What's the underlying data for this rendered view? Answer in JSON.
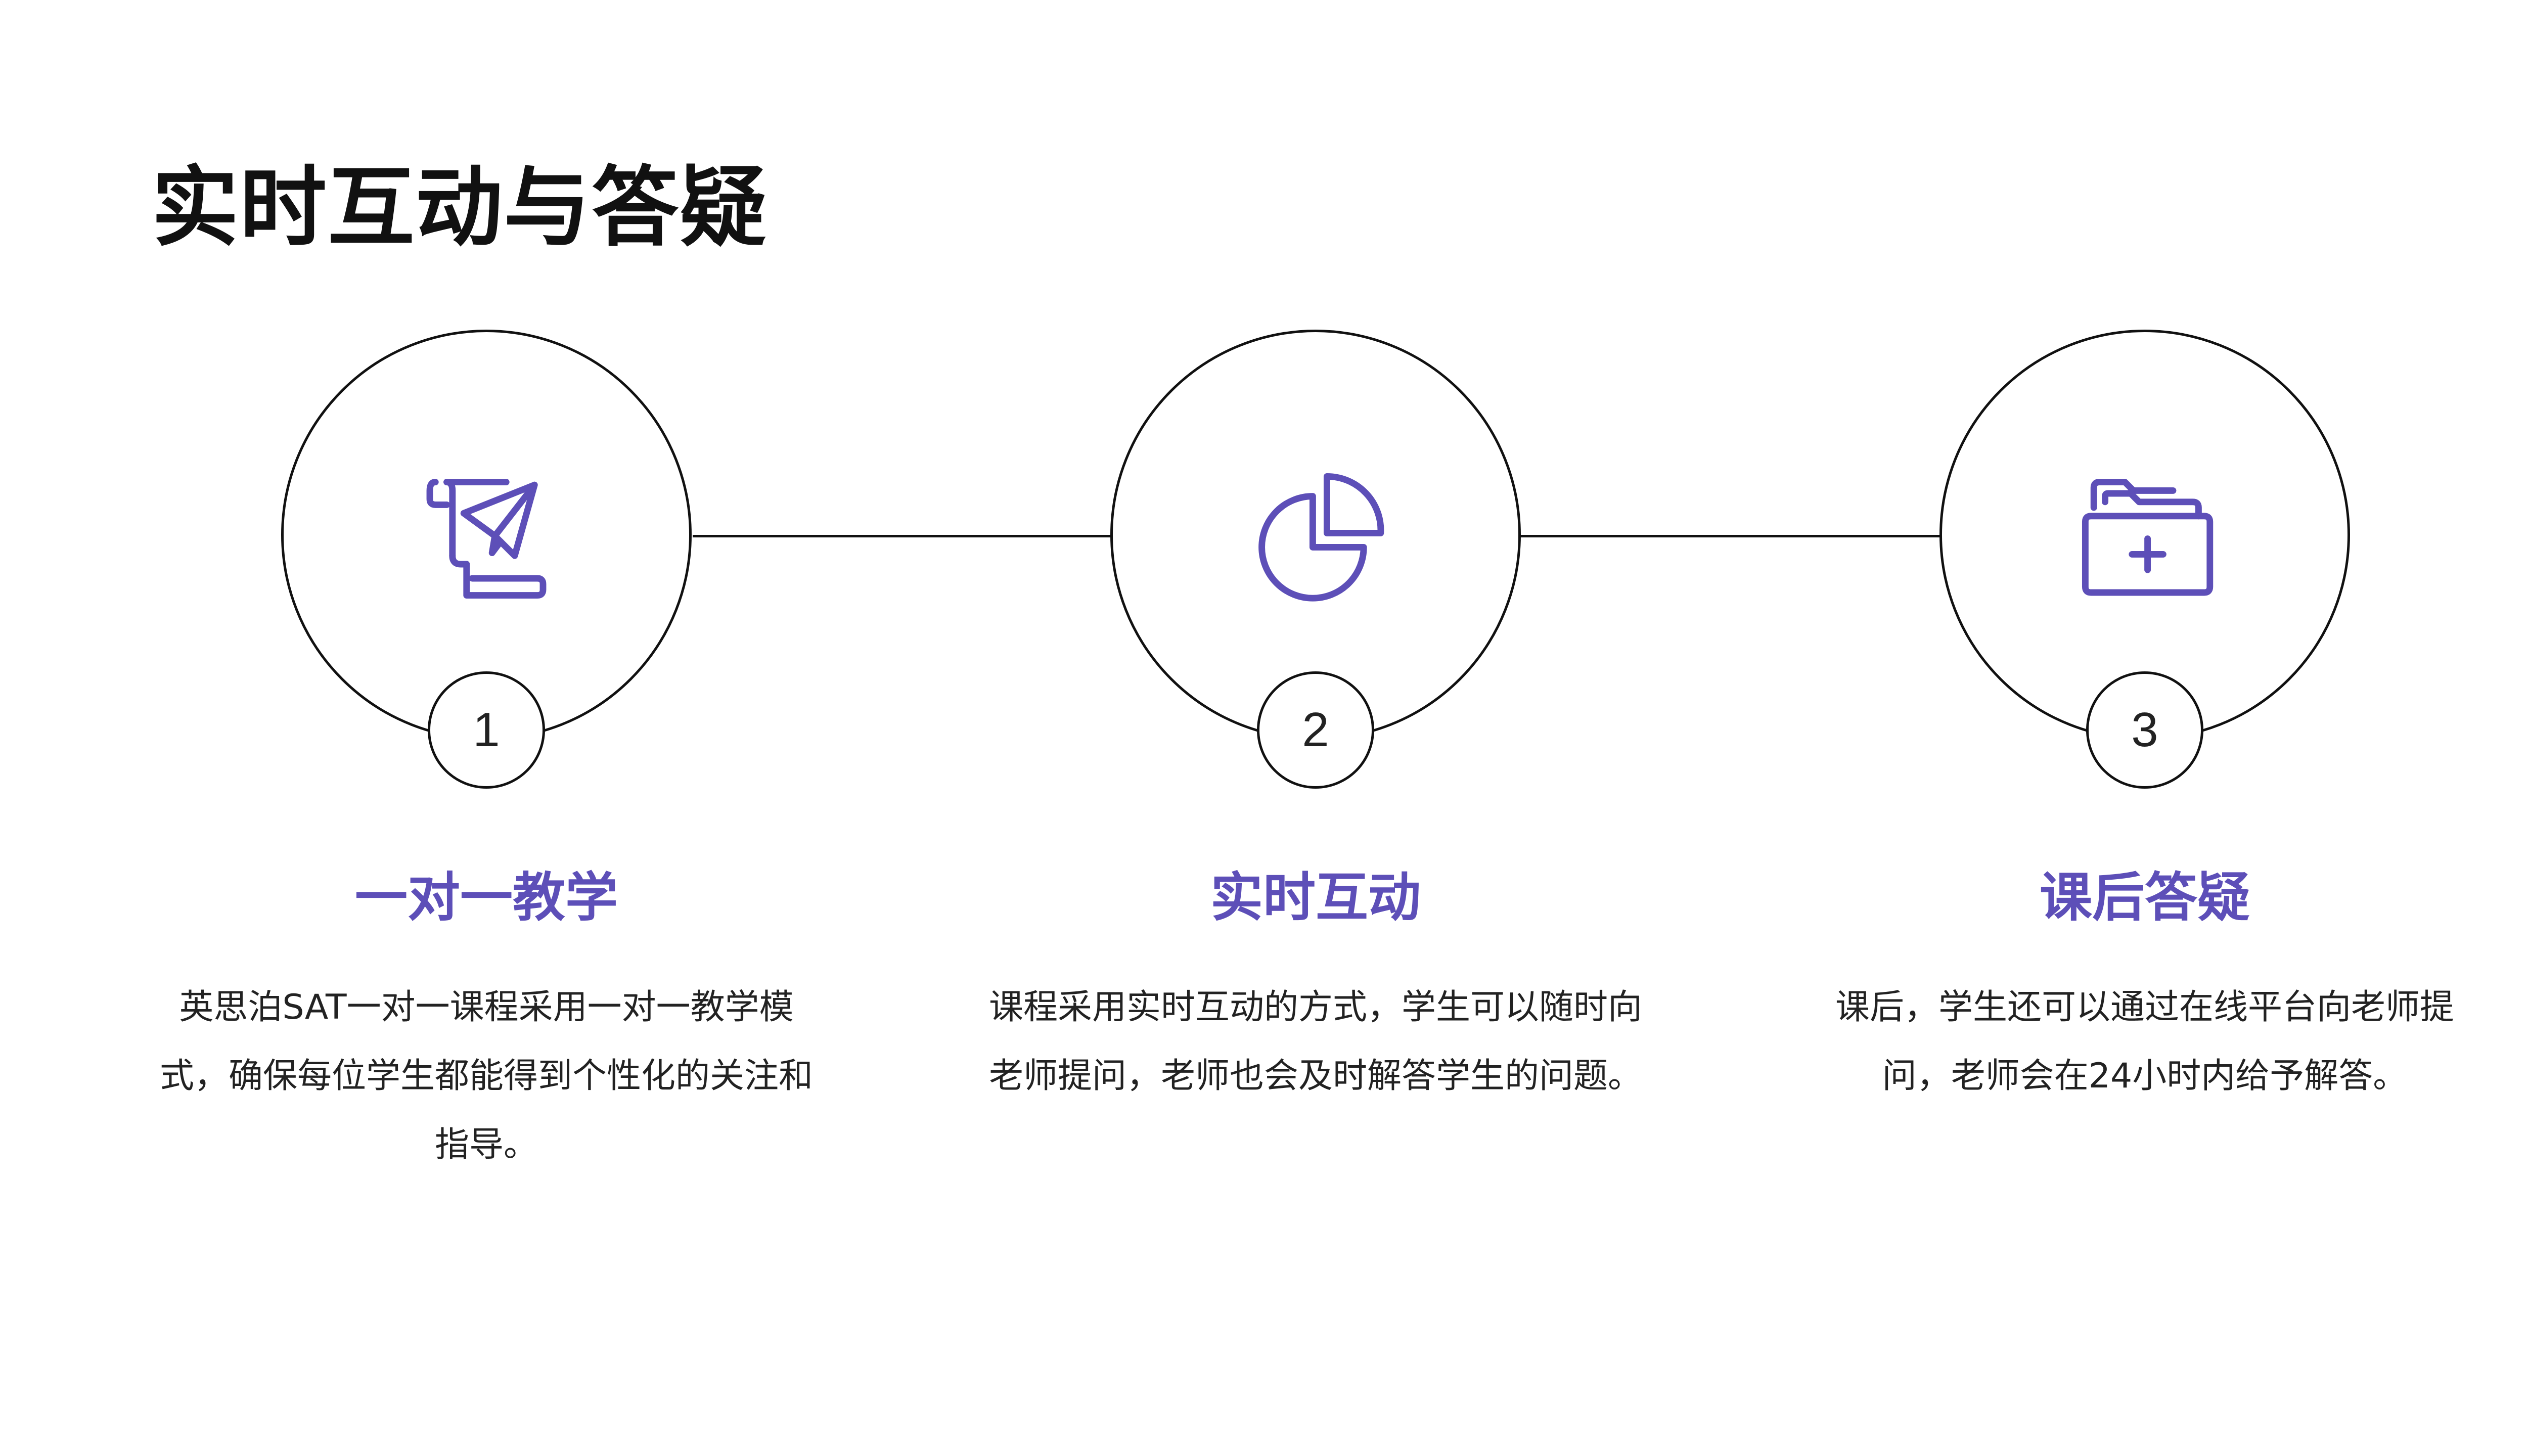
{
  "title": "实时互动与答疑",
  "colors": {
    "accent": "#5d4fb8",
    "line": "#111111",
    "text": "#222222"
  },
  "steps": [
    {
      "number": "1",
      "icon": "paper-plane-scroll-icon",
      "title": "一对一教学",
      "description": "英思泊SAT一对一课程采用一对一教学模式，确保每位学生都能得到个性化的关注和指导。"
    },
    {
      "number": "2",
      "icon": "pie-chart-icon",
      "title": "实时互动",
      "description": "课程采用实时互动的方式，学生可以随时向老师提问，老师也会及时解答学生的问题。"
    },
    {
      "number": "3",
      "icon": "folder-add-icon",
      "title": "课后答疑",
      "description": "课后，学生还可以通过在线平台向老师提问，老师会在24小时内给予解答。"
    }
  ]
}
